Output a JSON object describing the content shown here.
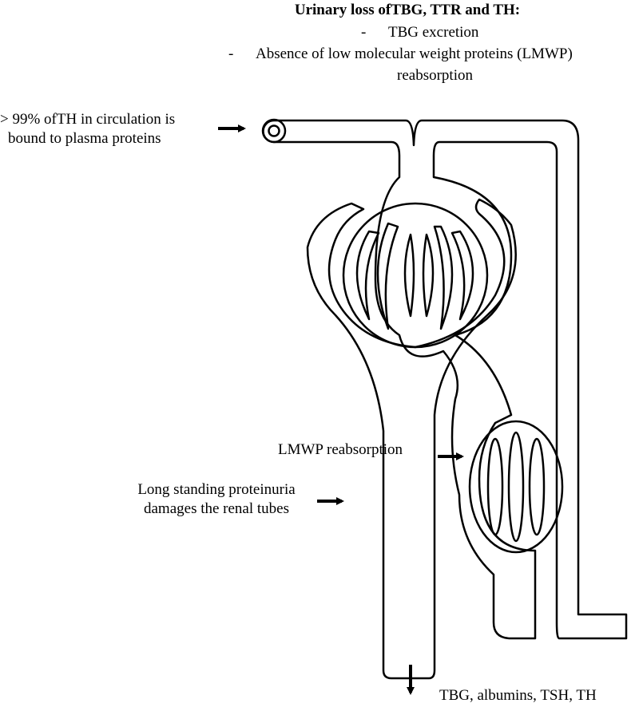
{
  "header": {
    "title": "Urinary loss ofTBG, TTR and TH:",
    "bullets": [
      {
        "dash": "-",
        "text": "TBG excretion"
      },
      {
        "dash": "-",
        "text": "Absence of low molecular weight proteins (LMWP)",
        "continuation": "reabsorption"
      }
    ]
  },
  "labels": {
    "bound_line1": "> 99% ofTH in circulation is",
    "bound_line2": "bound to plasma proteins",
    "lmwp": "LMWP reabsorption",
    "proteinuria_line1": "Long standing proteinuria",
    "proteinuria_line2": "damages the renal tubes",
    "output": "TBG, albumins, TSH, TH"
  }
}
